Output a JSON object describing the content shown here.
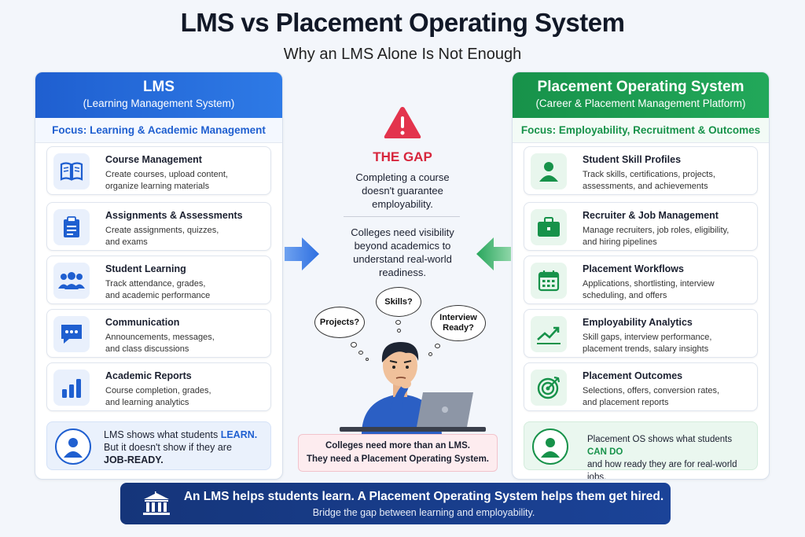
{
  "header": {
    "title": "LMS vs Placement Operating System",
    "subtitle": "Why an LMS Alone Is Not Enough"
  },
  "colors": {
    "lms_blue": "#1f5fd0",
    "placement_green": "#17924a",
    "gap_red": "#d7263d",
    "banner_navy": "#15357a"
  },
  "lms": {
    "title": "LMS",
    "subtitle": "(Learning Management System)",
    "focus": "Focus: Learning & Academic Management",
    "features": [
      {
        "icon": "book-icon",
        "title": "Course Management",
        "desc1": "Create courses, upload content,",
        "desc2": "organize learning materials"
      },
      {
        "icon": "clipboard-icon",
        "title": "Assignments & Assessments",
        "desc1": "Create assignments, quizzes,",
        "desc2": "and exams"
      },
      {
        "icon": "group-icon",
        "title": "Student Learning",
        "desc1": "Track attendance, grades,",
        "desc2": "and academic performance"
      },
      {
        "icon": "chat-icon",
        "title": "Communication",
        "desc1": "Announcements, messages,",
        "desc2": "and class discussions"
      },
      {
        "icon": "bar-chart-icon",
        "title": "Academic Reports",
        "desc1": "Course completion, grades,",
        "desc2": "and learning analytics"
      }
    ],
    "summary": {
      "part1": "LMS shows what students ",
      "highlight1": "LEARN.",
      "part2": "But it doesn't show if they are",
      "highlight2": "JOB-READY."
    }
  },
  "placement": {
    "title": "Placement Operating System",
    "subtitle": "(Career & Placement Management Platform)",
    "focus": "Focus: Employability, Recruitment & Outcomes",
    "features": [
      {
        "icon": "person-icon",
        "title": "Student Skill Profiles",
        "desc1": "Track skills, certifications, projects,",
        "desc2": "assessments, and achievements"
      },
      {
        "icon": "briefcase-icon",
        "title": "Recruiter & Job Management",
        "desc1": "Manage recruiters, job roles, eligibility,",
        "desc2": "and hiring pipelines"
      },
      {
        "icon": "calendar-icon",
        "title": "Placement Workflows",
        "desc1": "Applications, shortlisting, interview",
        "desc2": "scheduling, and offers"
      },
      {
        "icon": "trend-line-icon",
        "title": "Employability Analytics",
        "desc1": "Skill gaps, interview performance,",
        "desc2": "placement trends, salary insights"
      },
      {
        "icon": "target-icon",
        "title": "Placement Outcomes",
        "desc1": "Selections, offers, conversion rates,",
        "desc2": "and placement reports"
      }
    ],
    "summary": {
      "part1": "Placement OS shows what students ",
      "highlight1": "CAN DO",
      "part2": "and how ready they are for real-world jobs."
    }
  },
  "gap": {
    "title": "THE GAP",
    "desc1": "Completing a course",
    "desc2": "doesn't guarantee",
    "desc3": "employability.",
    "visibility1": "Colleges need visibility",
    "visibility2": "beyond academics to",
    "visibility3": "understand real-world",
    "visibility4": "readiness.",
    "bubbles": {
      "projects": "Projects?",
      "skills": "Skills?",
      "interview1": "Interview",
      "interview2": "Ready?"
    },
    "note1": "Colleges need more than an LMS.",
    "note2": "They need a Placement Operating System."
  },
  "banner": {
    "line1": "An LMS helps students learn. A Placement Operating System helps them get hired.",
    "line2": "Bridge the gap between learning and employability."
  }
}
